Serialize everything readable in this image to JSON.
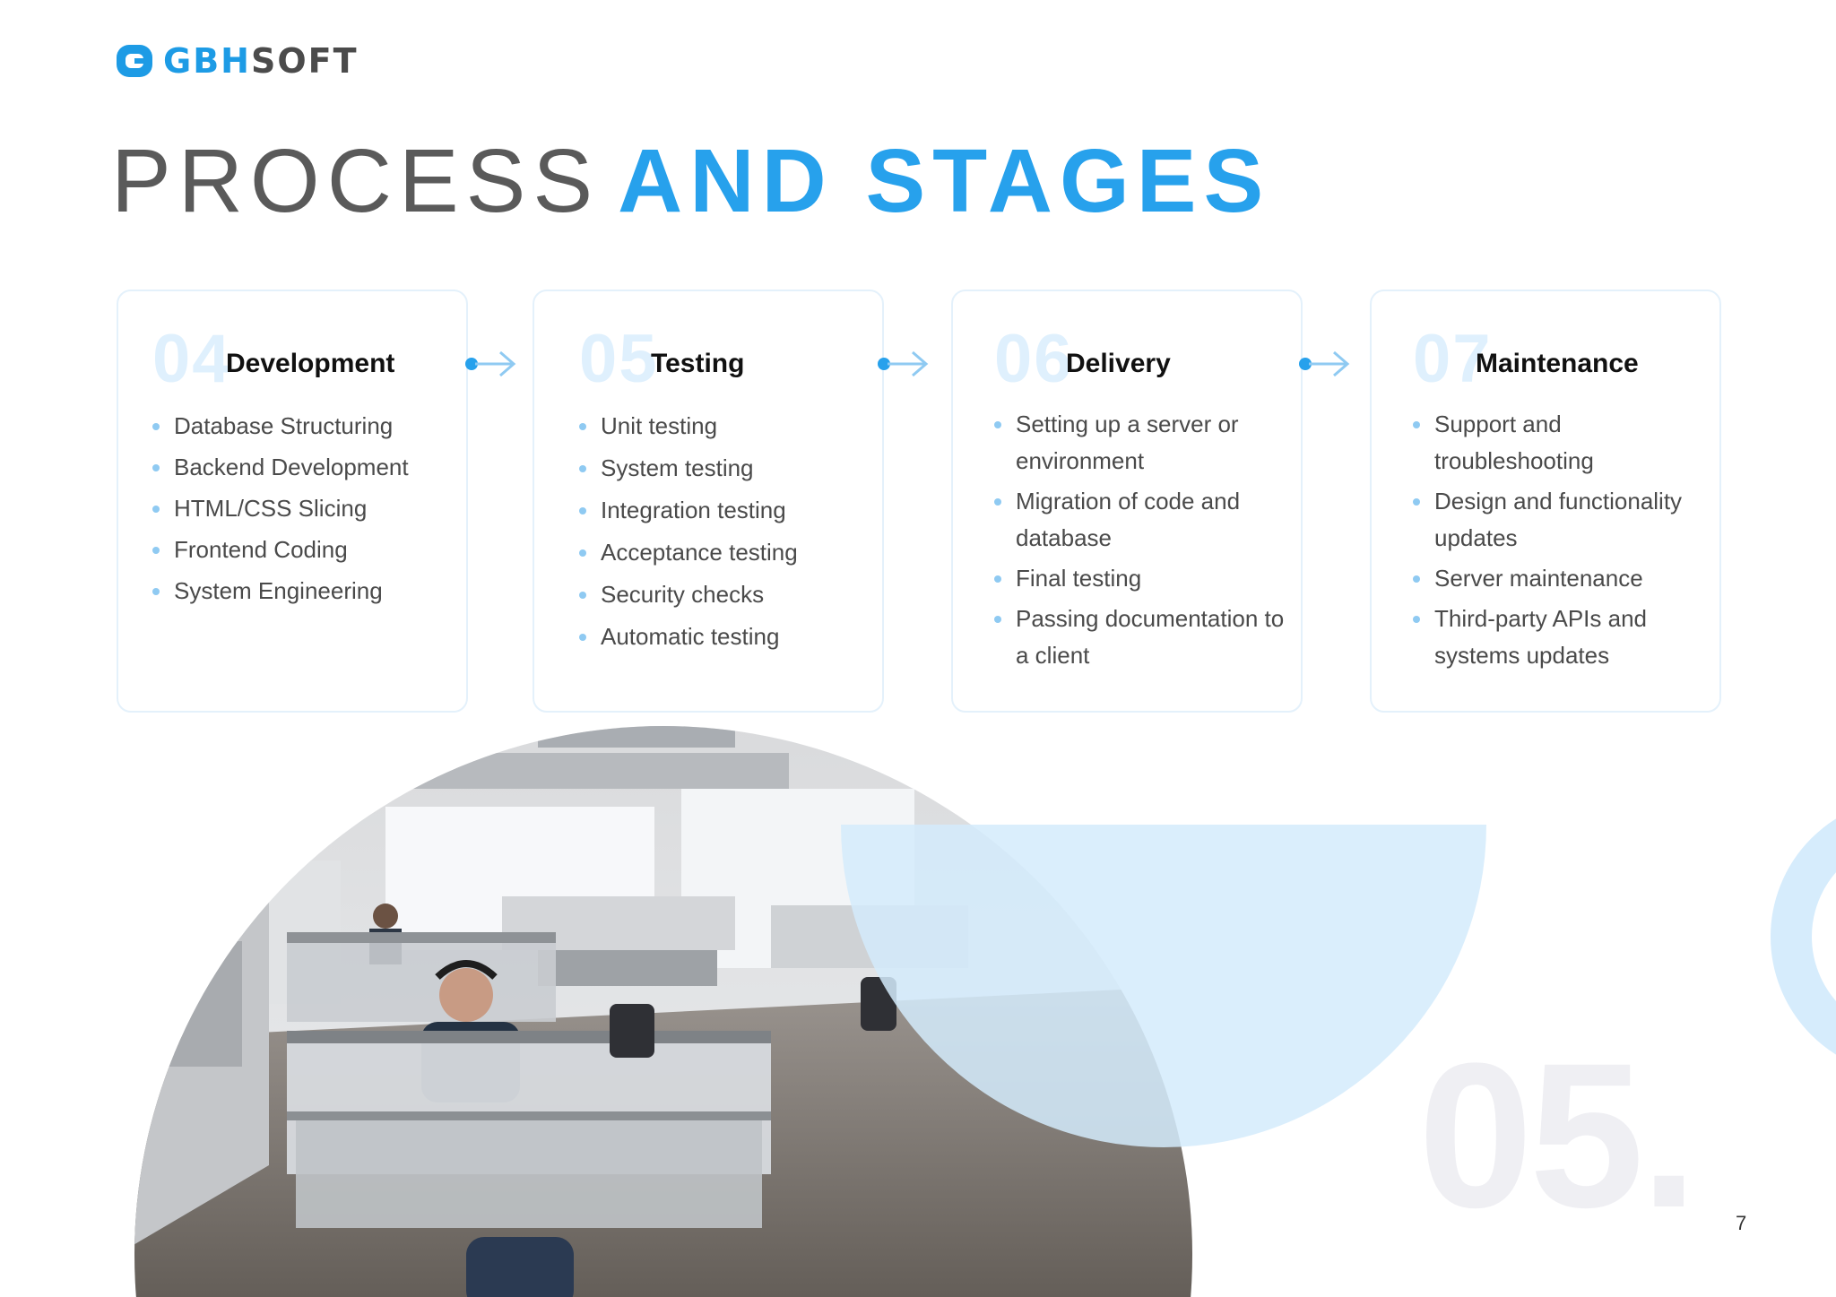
{
  "logo": {
    "text_part1": "GBH",
    "text_part2": "SOFT"
  },
  "title": {
    "light": "PROCESS",
    "bold": "AND STAGES"
  },
  "stages": [
    {
      "number": "04",
      "title": "Development",
      "items": [
        "Database Structuring",
        "Backend Development",
        "HTML/CSS Slicing",
        "Frontend Coding",
        "System Engineering"
      ]
    },
    {
      "number": "05",
      "title": "Testing",
      "items": [
        "Unit testing",
        "System testing",
        "Integration testing",
        "Acceptance testing",
        "Security checks",
        "Automatic testing"
      ]
    },
    {
      "number": "06",
      "title": "Delivery",
      "items": [
        "Setting up a server or environment",
        "Migration of code and database",
        "Final testing",
        "Passing documentation to a client"
      ]
    },
    {
      "number": "07",
      "title": "Maintenance",
      "items": [
        "Support and troubleshooting",
        "Design and functionality updates",
        "Server maintenance",
        "Third-party APIs and systems updates"
      ]
    }
  ],
  "section_number": "05.",
  "page_number": "7",
  "colors": {
    "accent": "#27a1ec",
    "light_accent": "#dff0fd",
    "dot": "#8fcaf2"
  }
}
